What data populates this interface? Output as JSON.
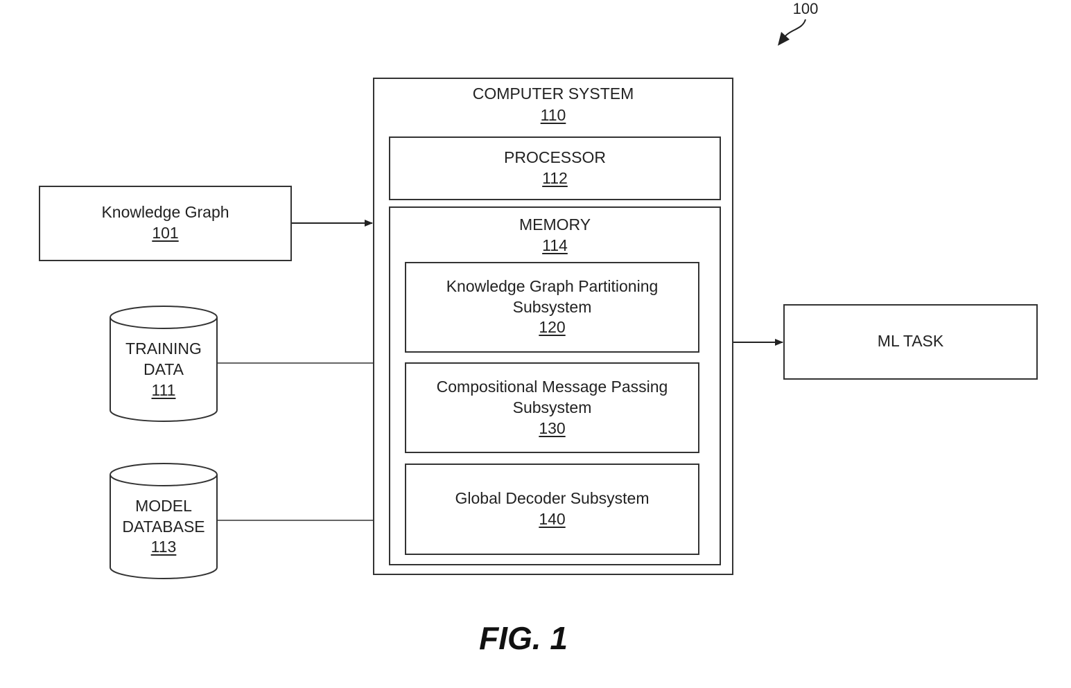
{
  "figure": {
    "ref": "100",
    "caption": "FIG. 1"
  },
  "knowledge_graph": {
    "title": "Knowledge Graph",
    "ref": "101"
  },
  "training_data": {
    "line1": "TRAINING",
    "line2": "DATA",
    "ref": "111"
  },
  "model_database": {
    "line1": "MODEL",
    "line2": "DATABASE",
    "ref": "113"
  },
  "computer_system": {
    "title": "COMPUTER SYSTEM",
    "ref": "110",
    "processor": {
      "title": "PROCESSOR",
      "ref": "112"
    },
    "memory": {
      "title": "MEMORY",
      "ref": "114",
      "subsystems": [
        {
          "line1": "Knowledge Graph Partitioning",
          "line2": "Subsystem",
          "ref": "120"
        },
        {
          "line1": "Compositional Message Passing",
          "line2": "Subsystem",
          "ref": "130"
        },
        {
          "line1": "Global Decoder Subsystem",
          "ref": "140"
        }
      ]
    }
  },
  "ml_task": {
    "title": "ML TASK"
  }
}
